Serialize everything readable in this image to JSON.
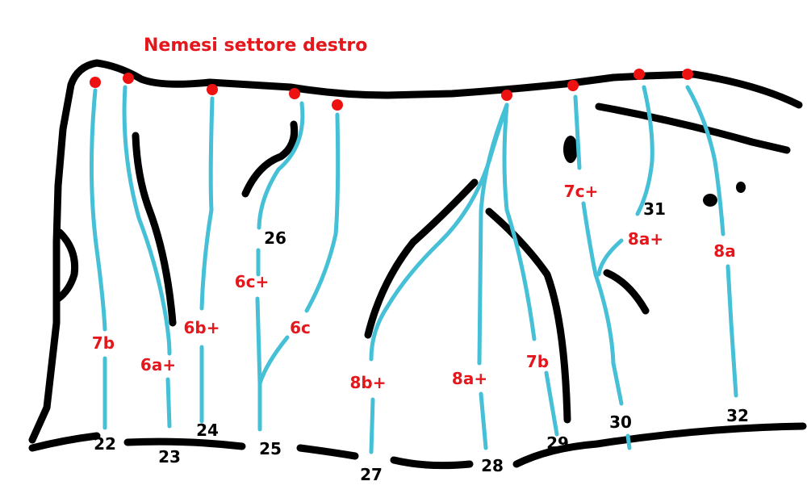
{
  "title": "Nemesi settore destro",
  "colors": {
    "route": "#45c0d6",
    "anchor": "#ee1111",
    "grade_text": "#e3171c",
    "number_text": "#000000",
    "rock_outline": "#000000"
  },
  "grades": {
    "r22": "7b",
    "r23": "6a+",
    "r24": "6b+",
    "r25": "6c",
    "r26": "6c+",
    "r27": "8b+",
    "r28": "8a+",
    "r29": "7b",
    "r30": "8a+",
    "r31": "7c+",
    "r32": "8a"
  },
  "numbers": {
    "r22": "22",
    "r23": "23",
    "r24": "24",
    "r25": "25",
    "r26": "26",
    "r27": "27",
    "r28": "28",
    "r29": "29",
    "r30": "30",
    "r31": "31",
    "r32": "32"
  }
}
